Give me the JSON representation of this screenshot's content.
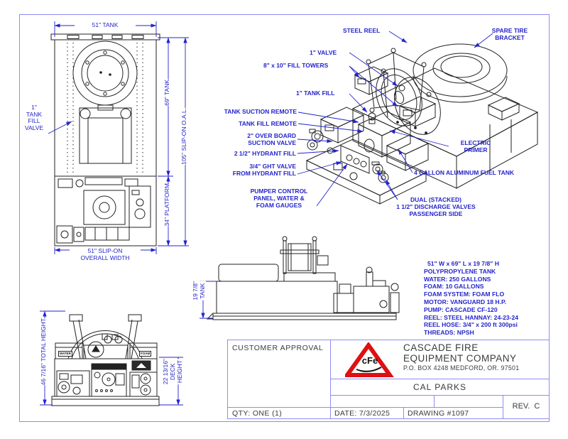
{
  "colors": {
    "callout_blue": "#2424cc",
    "sheet_line_blue": "#8d8df2",
    "ink_black": "#222222",
    "logo_red": "#dd1111"
  },
  "top_view": {
    "dim_tank_width": "51\" TANK",
    "dim_tank_length": "69\" TANK",
    "dim_overall_length": "105\" SLIP-ON O.A.L.",
    "dim_platform": "34\" PLATFORM",
    "dim_overall_width": "51\" SLIP-ON\nOVERALL WIDTH",
    "label_tank_fill_valve": "1\"\nTANK\nFILL\nVALVE"
  },
  "iso_view": {
    "steel_reel": "STEEL REEL",
    "spare_tire_bracket": "SPARE TIRE\nBRACKET",
    "valve_1in": "1\" VALVE",
    "fill_towers": "8\" x 10\" FILL TOWERS",
    "tank_fill": "1\" TANK FILL",
    "tank_suction_remote": "TANK SUCTION REMOTE",
    "tank_fill_remote": "TANK FILL REMOTE",
    "overboard_suction": "2\" OVER BOARD\nSUCTION VALVE",
    "hydrant_fill": "2 1/2\" HYDRANT FILL",
    "ght_valve": "3/4\" GHT VALVE\nFROM HYDRANT FILL",
    "pumper_control": "PUMPER CONTROL\nPANEL, WATER &\nFOAM GAUGES",
    "electric_primer": "ELECTRIC\nPRIMER",
    "fuel_tank": "4 GALLON ALUMINUM FUEL TANK",
    "discharge_valves": "DUAL (STACKED)\n1 1/2\" DISCHARGE VALVES\nPASSENGER SIDE"
  },
  "side_view": {
    "dim_tank_height": "19 7/8\"\nTANK"
  },
  "front_view": {
    "dim_total_height": "46 7/16\" TOTAL HEIGHT",
    "dim_deck_height": "22 13/16\"\nDECK\nHEIGHT",
    "label_water": "WATER",
    "label_foam": "FOAM"
  },
  "specs": {
    "lines": [
      "51\" W x 69\" L x 19 7/8\" H",
      "POLYPROPYLENE TANK",
      "WATER: 250 GALLONS",
      "FOAM: 10 GALLONS",
      "FOAM SYSTEM: FOAM FLO",
      "MOTOR: VANGUARD 18 H.P.",
      "PUMP: CASCADE CF-120",
      "REEL: STEEL HANNAY: 24-23-24",
      "REEL HOSE: 3/4\" x 200 ft 300psi",
      "THREADS: NPSH"
    ]
  },
  "title_block": {
    "customer_approval": "CUSTOMER APPROVAL",
    "qty": "QTY: ONE (1)",
    "company_name_line1": "CASCADE FIRE",
    "company_name_line2": "EQUIPMENT COMPANY",
    "company_address": "P.O. BOX 4248 MEDFORD, OR. 97501",
    "logo_text": "cFe",
    "customer": "CAL PARKS",
    "date": "DATE: 7/3/2025",
    "drawing_number": "DRAWING #1097",
    "revision": "REV.  C"
  }
}
